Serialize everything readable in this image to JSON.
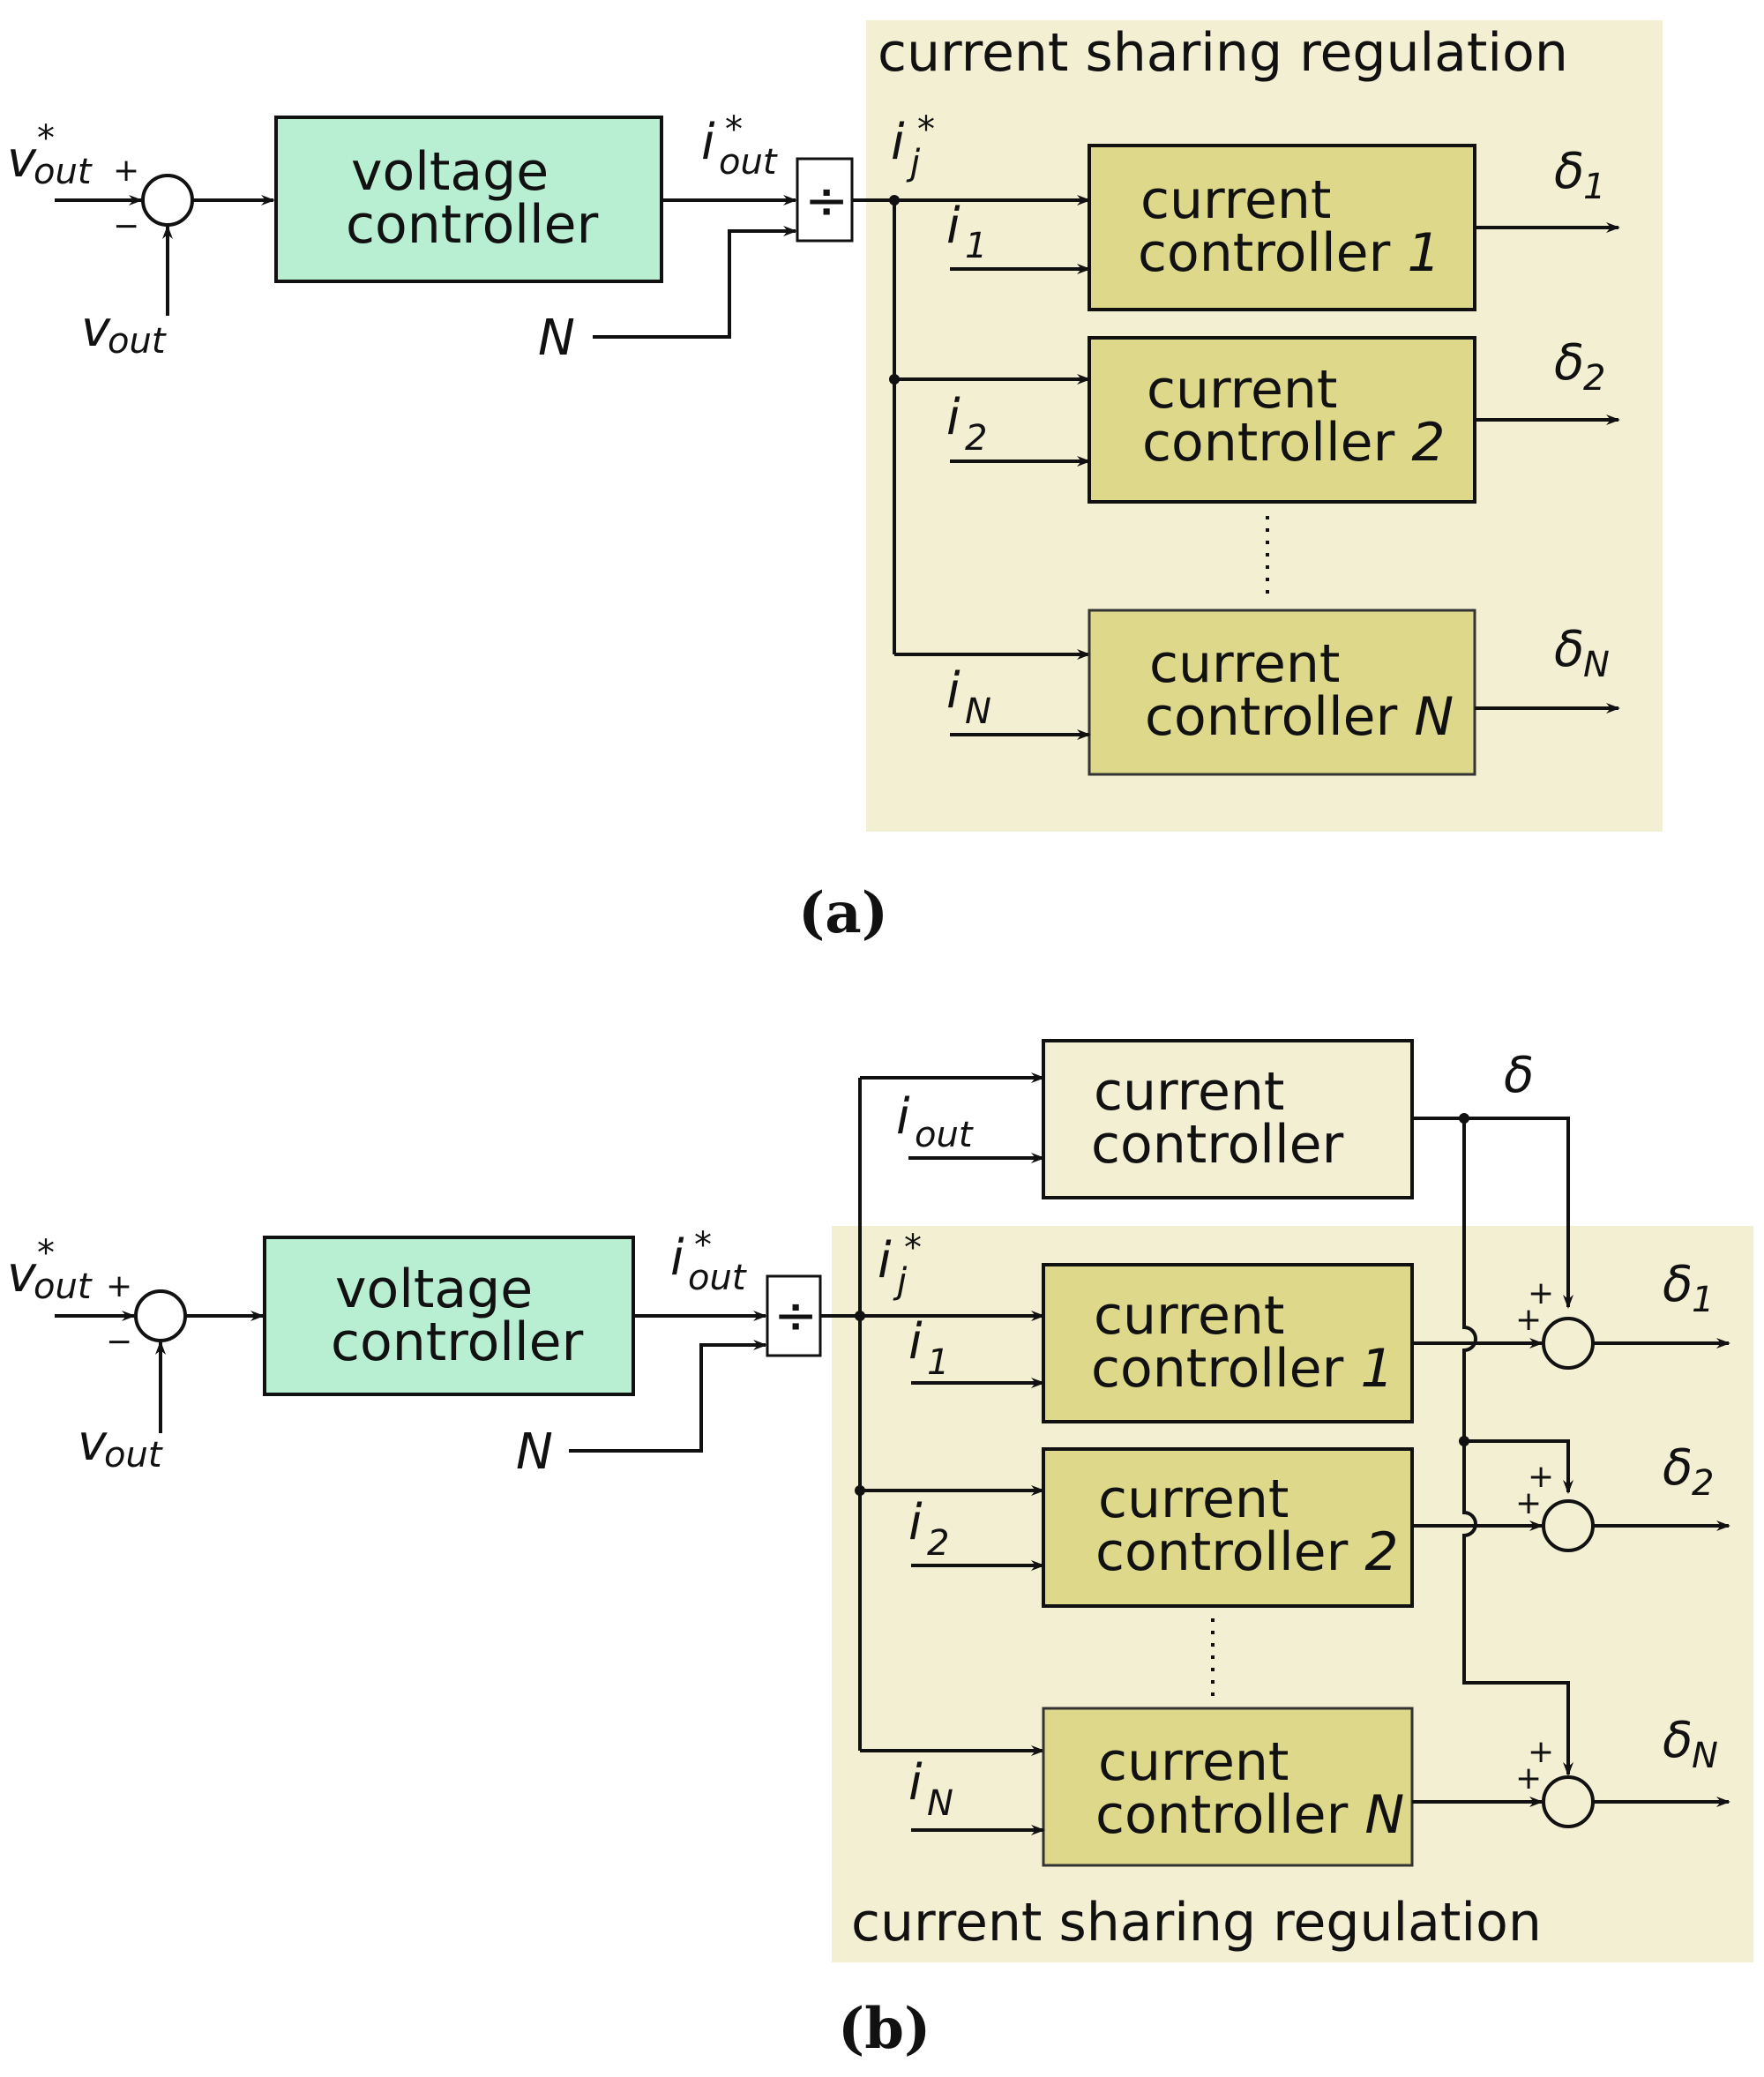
{
  "diagram_a": {
    "region_label": "current sharing regulation",
    "voltage_controller": {
      "line1": "voltage",
      "line2": "controller"
    },
    "inputs": {
      "vref_base": "v",
      "vref_sub": "out",
      "vref_sup": "*",
      "vmeas_base": "v",
      "vmeas_sub": "out",
      "n_label": "N"
    },
    "sum_signs": {
      "plus": "+",
      "minus": "−"
    },
    "ref_current": {
      "base": "i",
      "sub": "out",
      "sup": "*"
    },
    "divide_symbol": "÷",
    "branch_ref": {
      "base": "i",
      "sub": "j",
      "sup": "*"
    },
    "controllers": [
      {
        "line1": "current",
        "line2": "controller ",
        "index": "1",
        "in_base": "i",
        "in_sub": "1",
        "out_base": "δ",
        "out_sub": "1"
      },
      {
        "line1": "current",
        "line2": "controller ",
        "index": "2",
        "in_base": "i",
        "in_sub": "2",
        "out_base": "δ",
        "out_sub": "2"
      },
      {
        "line1": "current",
        "line2": "controller ",
        "index": "N",
        "in_base": "i",
        "in_sub": "N",
        "out_base": "δ",
        "out_sub": "N"
      }
    ],
    "caption": "(a)"
  },
  "diagram_b": {
    "region_label": "current sharing regulation",
    "voltage_controller": {
      "line1": "voltage",
      "line2": "controller"
    },
    "inputs": {
      "vref_base": "v",
      "vref_sub": "out",
      "vref_sup": "*",
      "vmeas_base": "v",
      "vmeas_sub": "out",
      "n_label": "N"
    },
    "sum_signs": {
      "plus": "+",
      "minus": "−"
    },
    "ref_current": {
      "base": "i",
      "sub": "out",
      "sup": "*"
    },
    "divide_symbol": "÷",
    "branch_ref": {
      "base": "i",
      "sub": "j",
      "sup": "*"
    },
    "total_controller": {
      "line1": "current",
      "line2": "controller",
      "in_base": "i",
      "in_sub": "out",
      "out_label": "δ"
    },
    "controllers": [
      {
        "line1": "current",
        "line2": "controller ",
        "index": "1",
        "in_base": "i",
        "in_sub": "1",
        "out_base": "δ",
        "out_sub": "1"
      },
      {
        "line1": "current",
        "line2": "controller ",
        "index": "2",
        "in_base": "i",
        "in_sub": "2",
        "out_base": "δ",
        "out_sub": "2"
      },
      {
        "line1": "current",
        "line2": "controller ",
        "index": "N",
        "in_base": "i",
        "in_sub": "N",
        "out_base": "δ",
        "out_sub": "N"
      }
    ],
    "caption": "(b)"
  },
  "colors": {
    "region_fill": "#f2efd3",
    "voltage_fill": "#b8efd3",
    "current_fill": "#ded98a",
    "total_controller_fill": "#f2efd3",
    "line": "#111111"
  }
}
